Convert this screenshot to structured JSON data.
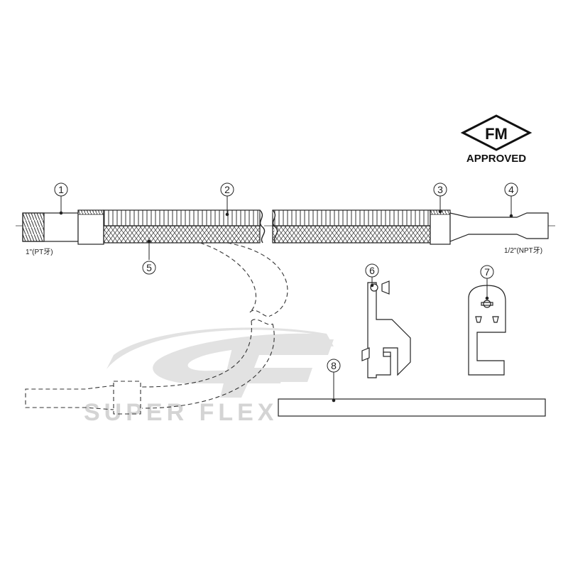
{
  "badge": {
    "mark": "FM",
    "caption": "APPROVED"
  },
  "callouts": [
    "1",
    "2",
    "3",
    "4",
    "5",
    "6",
    "7",
    "8"
  ],
  "labels": {
    "left_thread": "1\"(PT牙)",
    "right_thread": "1/2\"(NPT牙)"
  },
  "watermark": {
    "text": "SUPER FLEX"
  },
  "colors": {
    "line": "#222222",
    "watermark": "#d4d4d4"
  }
}
